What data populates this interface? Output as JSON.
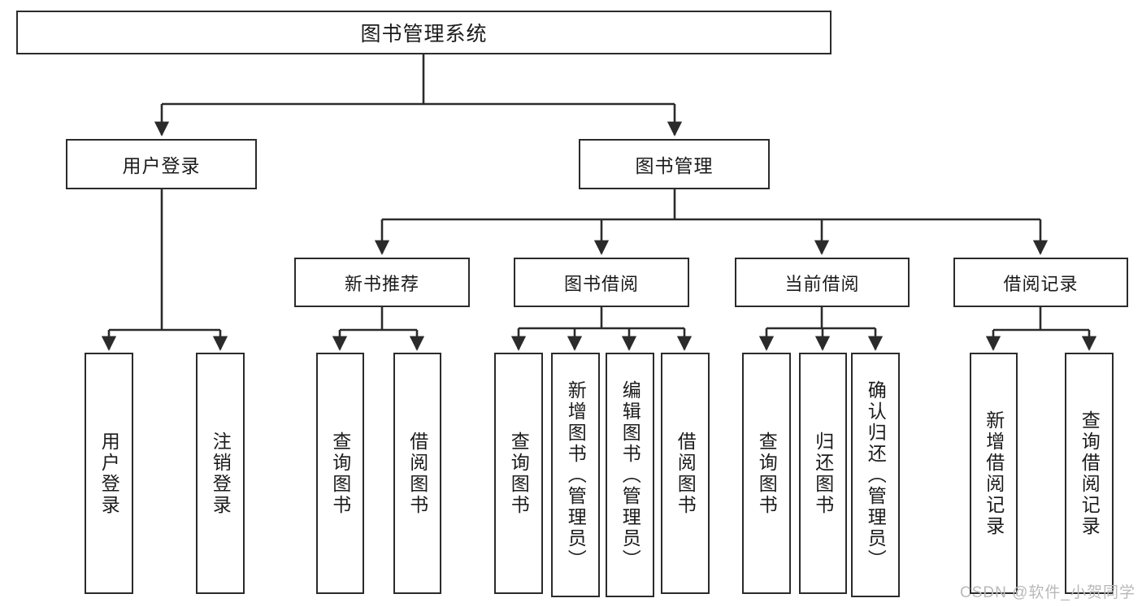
{
  "diagram": {
    "title": "图书管理系统",
    "type": "tree-hierarchy",
    "stroke_color": "#2b2b2b",
    "background_color": "#ffffff",
    "text_color": "#1b1b1b"
  },
  "nodes": {
    "root": {
      "label": "图书管理系统"
    },
    "level1": [
      {
        "label": "用户登录"
      },
      {
        "label": "图书管理"
      }
    ],
    "level2": [
      {
        "label": "新书推荐"
      },
      {
        "label": "图书借阅"
      },
      {
        "label": "当前借阅"
      },
      {
        "label": "借阅记录"
      }
    ],
    "leaves": {
      "user_login": [
        {
          "label": "用户登录"
        },
        {
          "label": "注销登录"
        }
      ],
      "new_book_recommend": [
        {
          "label": "查询图书"
        },
        {
          "label": "借阅图书"
        }
      ],
      "book_borrow": [
        {
          "label": "查询图书"
        },
        {
          "label": "新增图书（管理员）"
        },
        {
          "label": "编辑图书（管理员）"
        },
        {
          "label": "借阅图书"
        }
      ],
      "current_borrow": [
        {
          "label": "查询图书"
        },
        {
          "label": "归还图书"
        },
        {
          "label": "确认归还（管理员）"
        }
      ],
      "borrow_records": [
        {
          "label": "新增借阅记录"
        },
        {
          "label": "查询借阅记录"
        }
      ]
    }
  },
  "watermark": {
    "text": "CSDN @软件_小贺同学"
  }
}
